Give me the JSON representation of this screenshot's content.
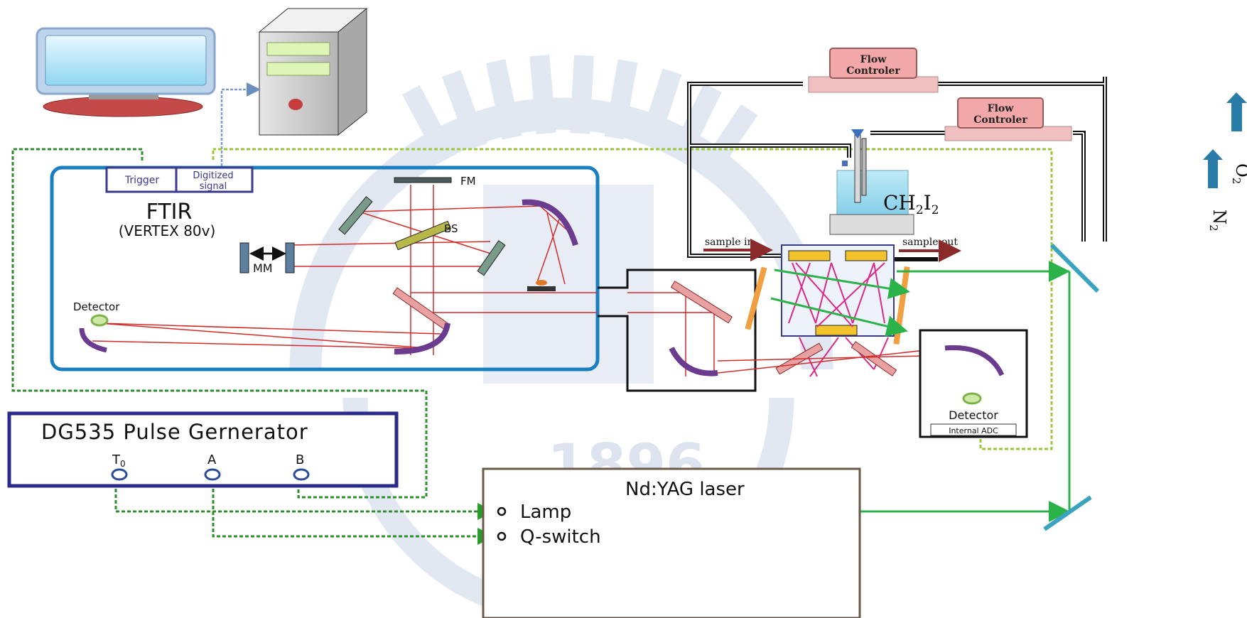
{
  "ftir": {
    "title": "FTIR",
    "model": "(VERTEX 80v)",
    "trigger_label": "Trigger",
    "digitized_label_1": "Digitized",
    "digitized_label_2": "signal",
    "fm_label": "FM",
    "bs_label": "BS",
    "mm_label": "MM",
    "detector_label": "Detector"
  },
  "flow": {
    "controller1_line1": "Flow",
    "controller1_line2": "Controler",
    "controller2_line1": "Flow",
    "controller2_line2": "Controler",
    "reagent_main": "CH",
    "reagent_sub1": "2",
    "reagent_i": "I",
    "reagent_sub2": "2",
    "n2_main": "N",
    "n2_sub": "2",
    "o2_main": "O",
    "o2_sub": "2",
    "sample_in": "sample in",
    "sample_out": "sample out"
  },
  "detector2": {
    "label": "Detector",
    "adc_label": "Internal ADC"
  },
  "pulse_generator": {
    "title": "DG535 Pulse Gernerator",
    "channel_t0_main": "T",
    "channel_t0_sub": "0",
    "channel_a": "A",
    "channel_b": "B"
  },
  "laser": {
    "title": "Nd:YAG laser",
    "lamp": "Lamp",
    "qswitch": "Q-switch"
  },
  "watermark": {
    "year": "1896"
  }
}
